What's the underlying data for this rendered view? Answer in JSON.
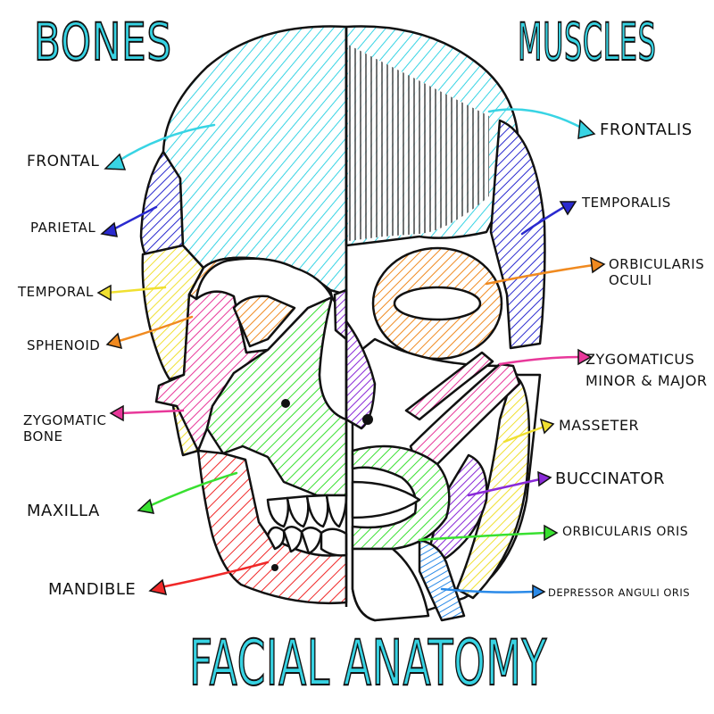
{
  "titles": {
    "left": "BONES",
    "right": "MUSCLES",
    "bottom": "FACIAL ANATOMY"
  },
  "bones": [
    {
      "id": "frontal",
      "label": "FRONTAL",
      "color": "#38d4e4"
    },
    {
      "id": "parietal",
      "label": "PARIETAL",
      "color": "#2a2acf"
    },
    {
      "id": "temporal",
      "label": "TEMPORAL",
      "color": "#f0e030"
    },
    {
      "id": "sphenoid",
      "label": "SPHENOID",
      "color": "#f08a20"
    },
    {
      "id": "zygomatic",
      "label": "ZYGOMATIC\nBONE",
      "color": "#e8389a"
    },
    {
      "id": "maxilla",
      "label": "MAXILLA",
      "color": "#38e030"
    },
    {
      "id": "mandible",
      "label": "MANDIBLE",
      "color": "#f02828"
    }
  ],
  "muscles": [
    {
      "id": "frontalis",
      "label": "FRONTALIS",
      "color": "#38d4e4"
    },
    {
      "id": "temporalis",
      "label": "TEMPORALIS",
      "color": "#2a2acf"
    },
    {
      "id": "orbicularis-oculi",
      "label": "ORBICULARIS\nOCULI",
      "color": "#f08a20"
    },
    {
      "id": "zygomaticus",
      "label": "ZYGOMATICUS\nMINOR & MAJOR",
      "color": "#e8389a"
    },
    {
      "id": "masseter",
      "label": "MASSETER",
      "color": "#f0e030"
    },
    {
      "id": "buccinator",
      "label": "BUCCINATOR",
      "color": "#8a2ad8"
    },
    {
      "id": "orbicularis-oris",
      "label": "ORBICULARIS  ORIS",
      "color": "#38e030"
    },
    {
      "id": "depressor",
      "label": "DEPRESSOR ANGULI ORIS",
      "color": "#2a8ae8"
    }
  ]
}
